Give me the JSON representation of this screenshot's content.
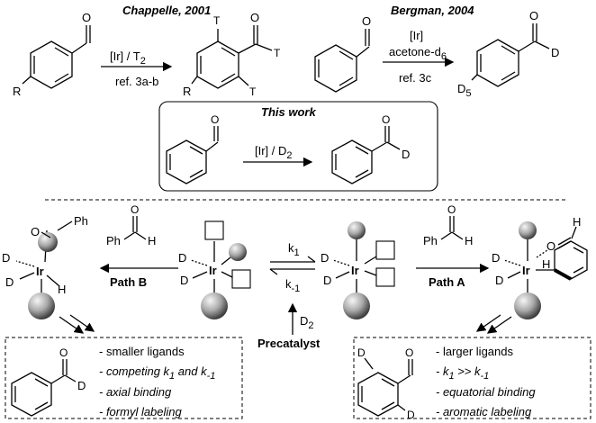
{
  "top": {
    "chappelle": {
      "label": "Chappelle, 2001",
      "reagent": "[Ir] / T",
      "reagent_sub": "2",
      "ref": "ref. 3a-b",
      "sm_R": "R",
      "sm_O": "O",
      "prod_T1": "T",
      "prod_T2": "T",
      "prod_T3": "T",
      "prod_O": "O",
      "prod_R": "R"
    },
    "bergman": {
      "label": "Bergman, 2004",
      "reagent1": "[Ir]",
      "reagent2": "acetone-d",
      "reagent2_sub": "6",
      "ref": "ref. 3c",
      "sm_O": "O",
      "prod_O": "O",
      "prod_D": "D",
      "prod_D5": "D",
      "prod_D5_sub": "5"
    },
    "this_work": {
      "label": "This work",
      "reagent": "[Ir] / D",
      "reagent_sub": "2",
      "sm_O": "O",
      "prod_O": "O",
      "prod_D": "D"
    }
  },
  "mechanism": {
    "path_b": "Path B",
    "path_a": "Path A",
    "k1": "k",
    "k1_sub": "1",
    "km1": "k",
    "km1_sub": "-1",
    "d2": "D",
    "d2_sub": "2",
    "precatalyst": "Precatalyst",
    "ph": "Ph",
    "h": "H",
    "o": "O",
    "d": "D",
    "ir": "Ir"
  },
  "left_box": {
    "items": [
      "- smaller ligands",
      "- competing ",
      "- axial binding",
      "- formyl labeling"
    ],
    "k_and": " and ",
    "o": "O",
    "d": "D"
  },
  "right_box": {
    "items": [
      "- larger ligands",
      "- ",
      "- equatorial binding",
      "- aromatic labeling"
    ],
    "o": "O",
    "d": "D"
  },
  "colors": {
    "ink": "#000000",
    "sphere_light": "#f4f4f4",
    "sphere_dark": "#444444"
  }
}
